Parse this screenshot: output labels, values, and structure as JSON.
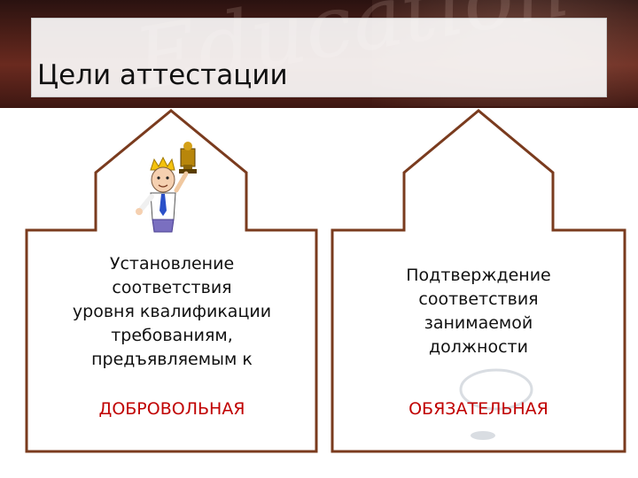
{
  "header": {
    "banner_text": "Education",
    "title": "Цели аттестации"
  },
  "goals": [
    {
      "description_lines": [
        "Установление",
        "соответствия",
        "уровня квалификации",
        "требованиям,",
        "предъявляемым к"
      ],
      "type_label": "ДОБРОВОЛЬНАЯ"
    },
    {
      "description_lines": [
        "Подтверждение",
        "соответствия",
        "занимаемой",
        "должности"
      ],
      "type_label": "ОБЯЗАТЕЛЬНАЯ"
    }
  ],
  "colors": {
    "arrow_outline": "#7a3b1e",
    "label_red": "#c00000",
    "banner_dark": "#4a1e17"
  }
}
